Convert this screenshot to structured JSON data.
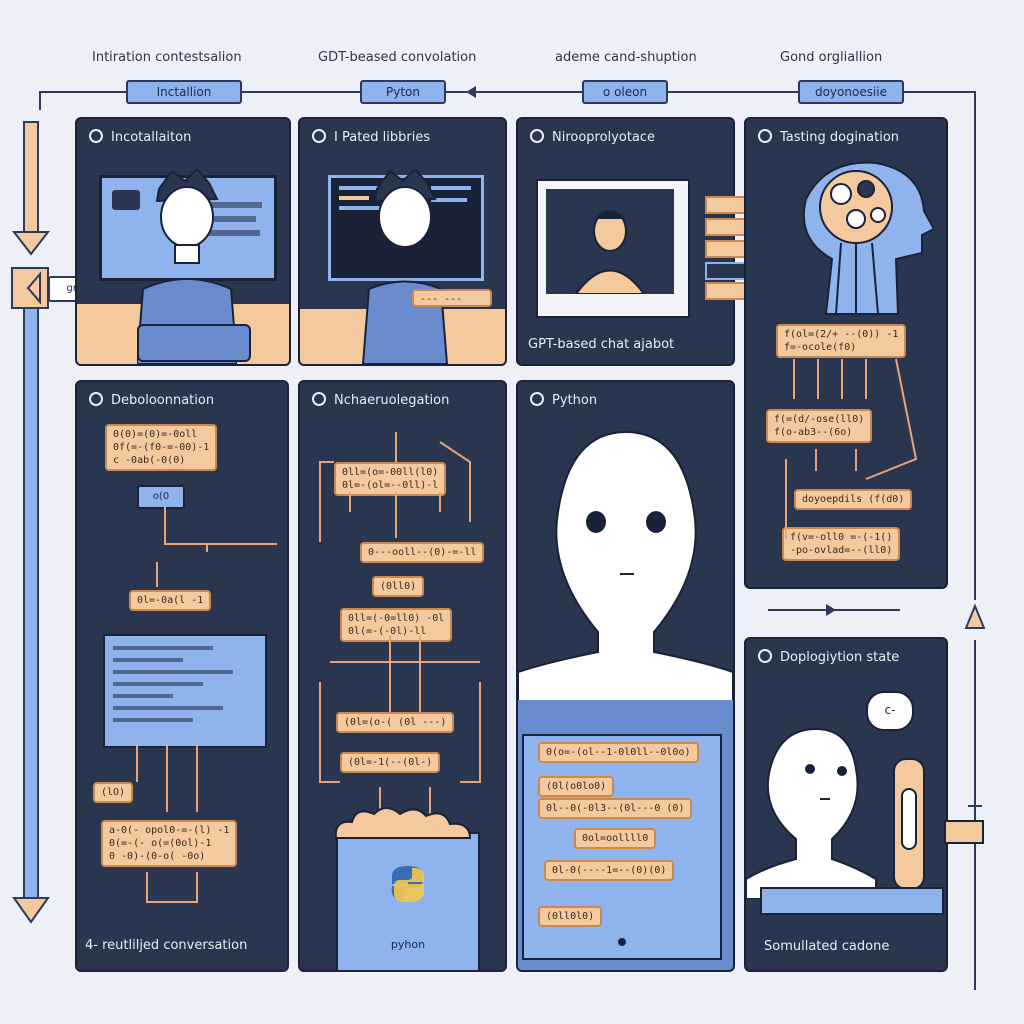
{
  "top_labels": [
    "Intiration contestsalion",
    "GDT-beased convolation",
    "ademe cand-shuption",
    "Gond orgliallion"
  ],
  "top_tags": [
    "Inctallion",
    "Pyton",
    "o oleon",
    "doyonoesiie"
  ],
  "side_tag": "grasas",
  "panels": {
    "p1": {
      "title": "Incotallaiton"
    },
    "p2": {
      "title": "I Pated libbries",
      "note": "--- ---"
    },
    "p3": {
      "title": "Nirooprolyotace",
      "caption": "GPT-based chat ajabot"
    },
    "p4": {
      "title": "Tasting dogination",
      "codes": [
        "f(ol=(2/+ --(0)) -1\nf=-ocole(f0)",
        "f(=(d/-ose(ll0)\nf(o-ab3--(6o)",
        "doyoepdils (f(d0)",
        "f(v=-oll0 =-(-1()\n-po-ovlad=--(ll0)"
      ]
    },
    "p5": {
      "title": "Deboloonnation",
      "codes": [
        "0(0)=(0)=-0oll\n0f(=-(f0-=-00)-1\nc -0ab(-0(0)",
        "0l=-0a(l -1",
        "(lO)",
        "a-0(- opol0-=-(l) -1\n0(=-(- o(=(0ol)-1\n0 -0)-(0-o( -0o)"
      ],
      "chip": "o(0",
      "caption": "4- reutliljed conversation"
    },
    "p6": {
      "title": "Nchaeruolegation",
      "codes": [
        "0ll=(o=-00ll(l0)\n0l=-(ol=--0ll)-l",
        "0---ooll--(0)-=-ll",
        "(0ll0)",
        "0ll=(-0=ll0) -0l\n0l(=-(-0l)-ll",
        "(0l=(o-( (0l ---)",
        "(0l=-1(--(0l-)"
      ]
    },
    "p7": {
      "title": "Python",
      "codes": [
        "0(o=-(ol--1-0l0ll--0l0o)",
        "(0l(o0lo0)",
        "0l--0(-0l3--(0l---0 (0)",
        "0ol=oollll0",
        "0l-0(----1=--(0)(0)",
        "(0ll0l0)"
      ],
      "python_label": "pyhon"
    },
    "p8": {
      "title": "Doplogiytion state",
      "bubble": "c-",
      "caption": "Somullated cadone"
    }
  },
  "colors": {
    "panel": "#2a3550",
    "accent": "#8fb3ec",
    "code": "#f3c99d",
    "arrow": "#e8a37a",
    "frame": "#2d3a5e"
  }
}
